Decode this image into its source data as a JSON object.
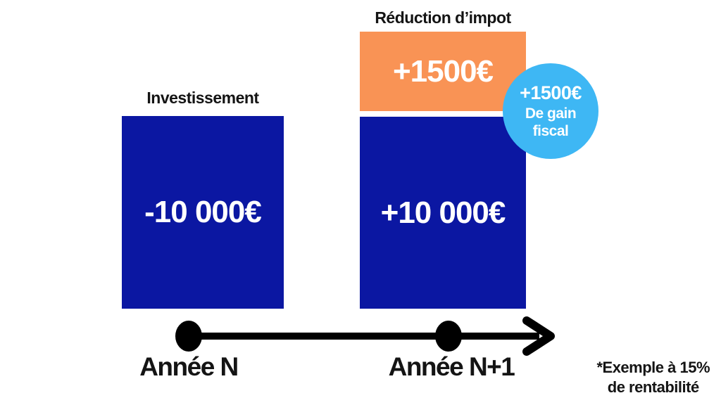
{
  "colors": {
    "navy": "#0b17a2",
    "orange": "#f99355",
    "light_blue": "#3eb7f4",
    "ink": "#141414",
    "black": "#000000",
    "white": "#ffffff"
  },
  "labels": {
    "investment_title": "Investissement",
    "tax_title": "Réduction d’impot",
    "investment_value": "-10 000€",
    "tax_value": "+1500€",
    "return_value": "+10 000€",
    "badge_line1": "+1500€",
    "badge_line2": "De gain",
    "badge_line3": "fiscal",
    "year_left": "Année N",
    "year_right": "Année N+1",
    "footnote_line1": "*Exemple à 15%",
    "footnote_line2": "de rentabilité"
  },
  "chart_data": {
    "type": "bar",
    "title": "",
    "categories": [
      "Année N",
      "Année N+1"
    ],
    "series": [
      {
        "name": "Investissement",
        "values": [
          -10000,
          10000
        ],
        "display_labels": [
          "-10 000€",
          "+10 000€"
        ],
        "color": "#0b17a2"
      },
      {
        "name": "Réduction d’impot",
        "values": [
          0,
          1500
        ],
        "display_labels": [
          "",
          "+1500€"
        ],
        "color": "#f99355"
      }
    ],
    "annotations": [
      {
        "text": "+1500€ De gain fiscal",
        "shape": "circle-badge",
        "color": "#3eb7f4",
        "attached_to": "Année N+1"
      },
      {
        "text": "*Exemple à 15% de rentabilité",
        "position": "bottom-right"
      }
    ],
    "x_axis": {
      "style": "timeline-arrow",
      "tick_labels": [
        "Année N",
        "Année N+1"
      ]
    },
    "legend": false
  }
}
